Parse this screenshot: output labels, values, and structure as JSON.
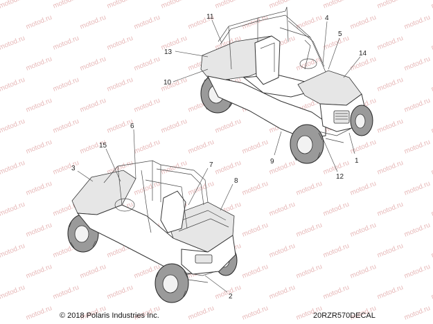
{
  "watermark": {
    "text": "motod.ru",
    "color": "#e7b8b8"
  },
  "callouts": {
    "c1": "1",
    "c2": "2",
    "c3": "3",
    "c4": "4",
    "c5": "5",
    "c6": "6",
    "c7": "7",
    "c8": "8",
    "c9": "9",
    "c10": "10",
    "c11": "11",
    "c12": "12",
    "c13": "13",
    "c14": "14",
    "c15": "15"
  },
  "footer": {
    "copyright": "© 2018 Polaris Industries Inc.",
    "drawing_code": "20RZR570DECAL"
  }
}
